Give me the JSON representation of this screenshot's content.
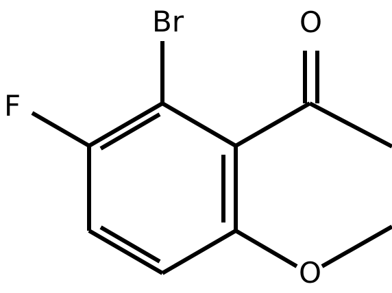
{
  "diagram": {
    "type": "chemical-structure",
    "atoms": {
      "bromine": "Br",
      "fluorine": "F",
      "carbonyl_oxygen": "O",
      "ether_oxygen": "O"
    },
    "bond_color": "#000000",
    "background": "#ffffff"
  }
}
